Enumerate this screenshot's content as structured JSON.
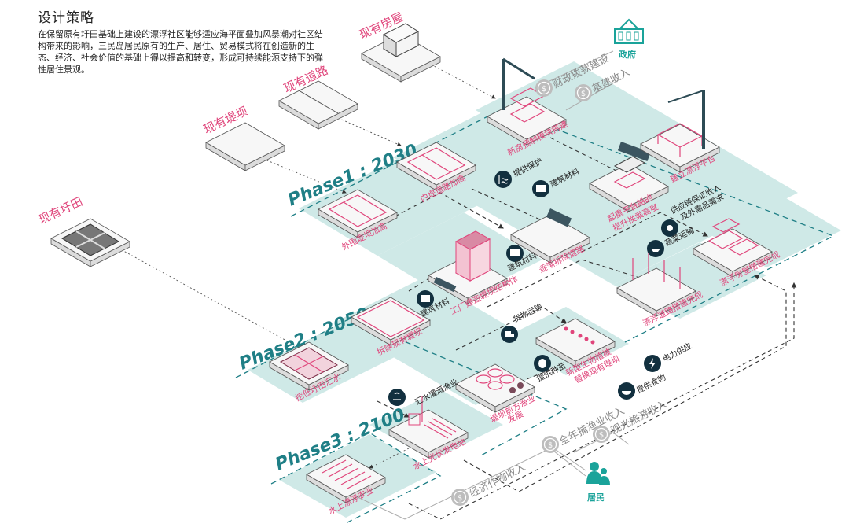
{
  "title": "设计策略",
  "description": "在保留原有圩田基础上建设的漂浮社区能够适应海平面叠加风暴潮对社区结构带来的影响，三民岛居民原有的生产、居住、贸易模式将在创造新的生态、经济、社会价值的基础上得以提高和转变，形成可持续能源支持下的弹性居住景观。",
  "colors": {
    "accent_pink": "#e0457b",
    "teal_band": "#cfe9e7",
    "phase_teal": "#1f7f86",
    "icon_navy": "#12303f",
    "actor_teal": "#1aa39a",
    "money_gray": "#aaaaaa"
  },
  "existing": [
    "现有圩田",
    "现有堤坝",
    "现有道路",
    "现有房屋"
  ],
  "phases": [
    {
      "label": "Phase1 : 2030",
      "tiles": [
        "外围堤坝加高",
        "内堤道路加高",
        "新房预制模块搭建",
        "逐渐拆除道路",
        "起重平台船的",
        "提升换乘高度",
        "建立漂浮平台",
        "工厂建造堤坝结构体",
        "漂浮道路搭建完成",
        "漂浮房屋搭建完成"
      ]
    },
    {
      "label": "Phase2 : 2050",
      "tiles": [
        "挖低圩田汇水",
        "拆除现有堤坝",
        "堤坝前方渔业",
        "发展",
        "新型生物植被",
        "替换现有堤坝"
      ]
    },
    {
      "label": "Phase3 : 2100",
      "tiles": [
        "水上光伏发电站",
        "水上漂浮农业"
      ]
    }
  ],
  "flows": [
    {
      "label": "提供保护",
      "icon": "flood-wall-icon"
    },
    {
      "label": "建筑材料",
      "icon": "materials-icon"
    },
    {
      "label": "建筑材料",
      "icon": "materials-icon"
    },
    {
      "label": "建筑材料",
      "icon": "materials-icon"
    },
    {
      "label": "供应链保证收入",
      "label2": "及外需品需求",
      "icon": "supply-icon"
    },
    {
      "label": "蔬菜运输",
      "icon": "vegetable-boat-icon"
    },
    {
      "label": "货物运输",
      "icon": "truck-icon"
    },
    {
      "label": "提供种苗",
      "icon": "seed-icon"
    },
    {
      "label": "汇水灌溉渔业",
      "icon": "water-cycle-icon"
    },
    {
      "label": "电力供应",
      "icon": "lightning-icon"
    },
    {
      "label": "提供食物",
      "icon": "food-bowl-icon"
    }
  ],
  "incomes": [
    "财政拨款建设",
    "基建收入",
    "全年捕渔业收入",
    "观光旅游收入",
    "经济作物收入"
  ],
  "actors": {
    "government": "政府",
    "residents": "居民"
  }
}
